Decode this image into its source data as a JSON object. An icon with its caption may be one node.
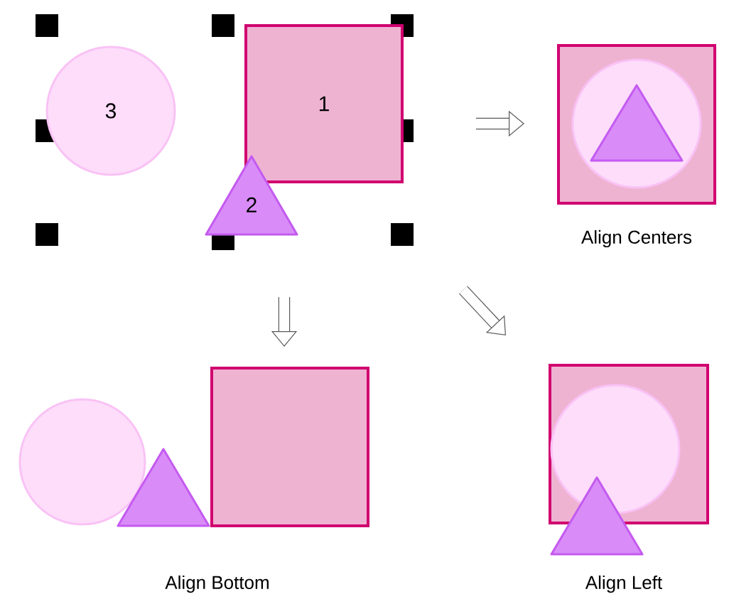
{
  "diagram": {
    "nodes": [
      {
        "text": [
          "3"
        ]
      },
      {
        "text": [
          "1"
        ]
      },
      {
        "text": [
          "2"
        ]
      },
      {
        "text": [],
        "shape": "box"
      },
      {
        "text": [],
        "shape": "circle",
        "in": 3
      },
      {
        "text": [],
        "shape": "triangle",
        "in": 4
      },
      {
        "text": [],
        "shape": "circle"
      },
      {
        "text": [],
        "shape": "triangle"
      },
      {
        "text": [],
        "shape": "box"
      },
      {
        "text": [],
        "shape": "box"
      },
      {
        "text": [],
        "shape": "circle",
        "in": 9
      },
      {
        "text": [],
        "shape": "triangle"
      }
    ],
    "labels": [
      "Align Centers",
      "Align Bottom",
      "Align Left"
    ]
  }
}
